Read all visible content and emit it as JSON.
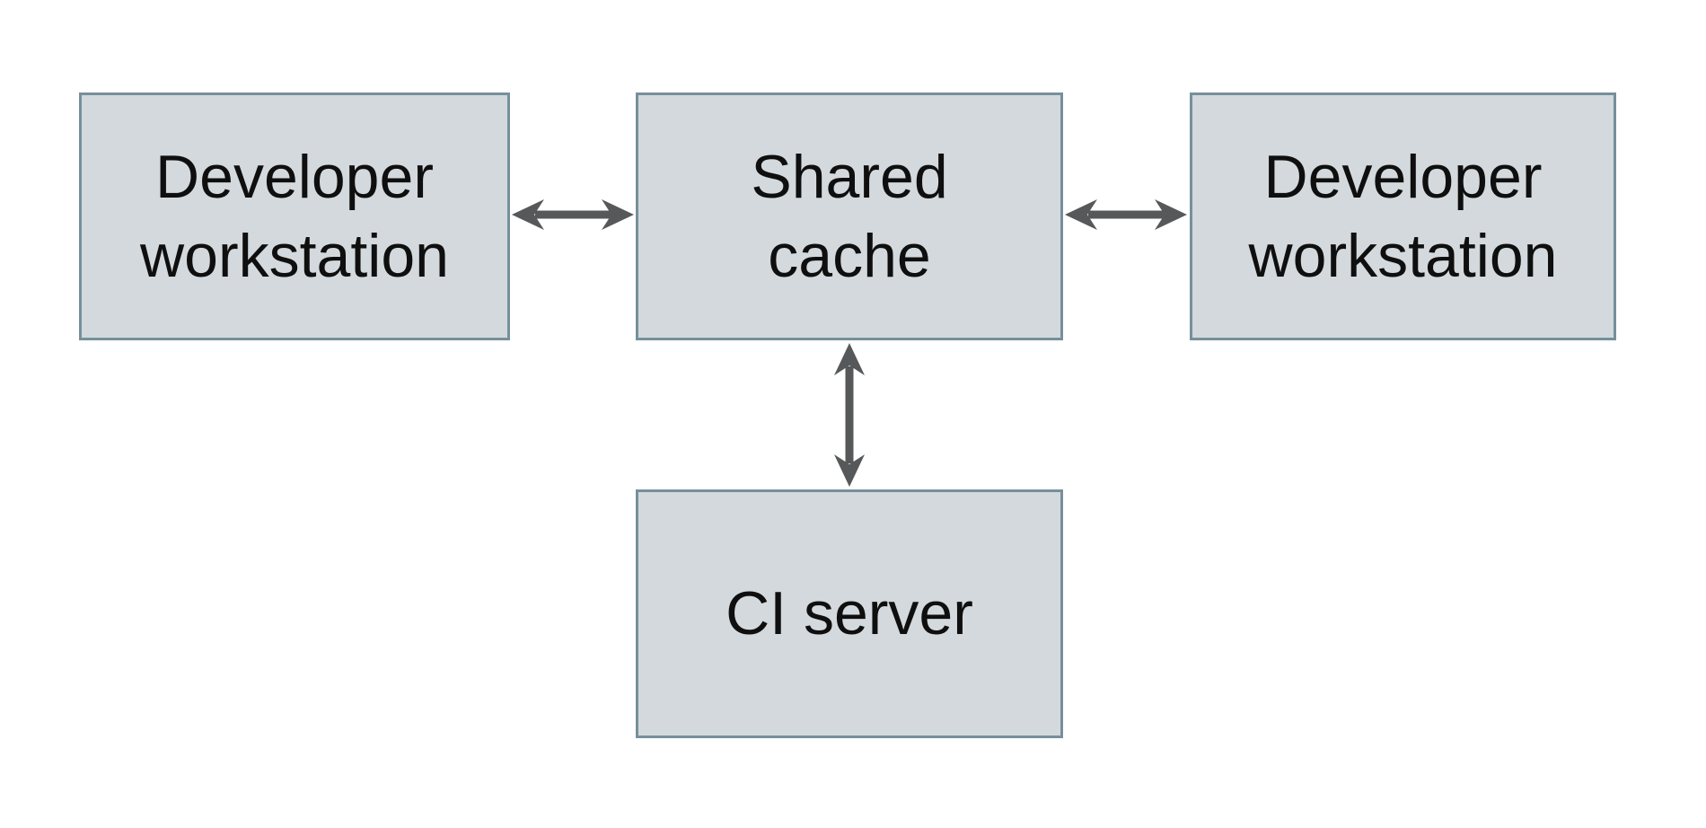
{
  "diagram": {
    "background_color": "#ffffff",
    "node_fill_color": "#d3d9dc",
    "node_border_color": "#76909c",
    "arrow_color": "#57585a",
    "text_color": "#0f0f0f",
    "nodes": [
      {
        "id": "developer-workstation-left",
        "label": "Developer\nworkstation"
      },
      {
        "id": "shared-cache",
        "label": "Shared\ncache"
      },
      {
        "id": "developer-workstation-right",
        "label": "Developer\nworkstation"
      },
      {
        "id": "ci-server",
        "label": "CI server"
      }
    ],
    "edges": [
      {
        "from": "developer-workstation-left",
        "to": "shared-cache",
        "type": "bidirectional-arrow"
      },
      {
        "from": "shared-cache",
        "to": "developer-workstation-right",
        "type": "bidirectional-arrow"
      },
      {
        "from": "shared-cache",
        "to": "ci-server",
        "type": "bidirectional-arrow"
      }
    ]
  }
}
